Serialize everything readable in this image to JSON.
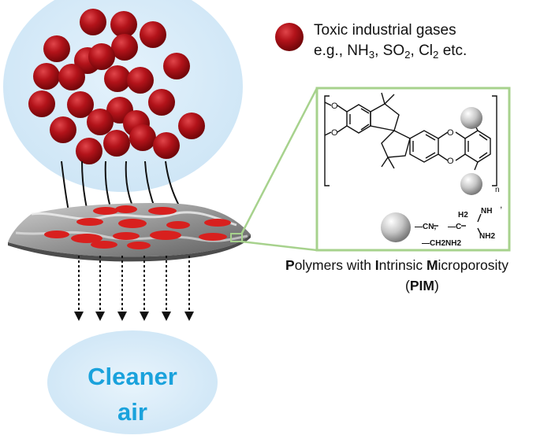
{
  "legend": {
    "line1": "Toxic industrial gases",
    "line2_parts": [
      "e.g., NH",
      "3",
      ", SO",
      "2",
      ", Cl",
      "2",
      " etc."
    ]
  },
  "pim_caption": {
    "line1_parts": [
      "P",
      "olymers with ",
      "I",
      "ntrinsic ",
      "M",
      "icroporosity"
    ],
    "line2_parts": [
      "(",
      "PIM",
      ")"
    ]
  },
  "cleaner_air": {
    "line1": "Cleaner",
    "line2": "air"
  },
  "structure_labels": {
    "oxygen": "O",
    "repeat_n": "n",
    "comma": ",",
    "sub_cn": "—CN,",
    "sub_ch2": "H2",
    "sub_c": "—C",
    "sub_nh": "NH",
    "sub_nh2": "NH2",
    "sub_ch2nh2": "—CH2NH2"
  },
  "colors": {
    "gas_particle": "#b3131a",
    "cloud_fill": "#d5eaf8",
    "cleaner_text": "#1aa2dc",
    "zoom_box_border": "#a7d28d",
    "membrane": "#8e8e8e",
    "pore": "#d8201e"
  },
  "icons": [
    "gas-particle-icon",
    "substituent-sphere-icon",
    "arrow-down-icon",
    "dotted-arrow-down-icon"
  ]
}
